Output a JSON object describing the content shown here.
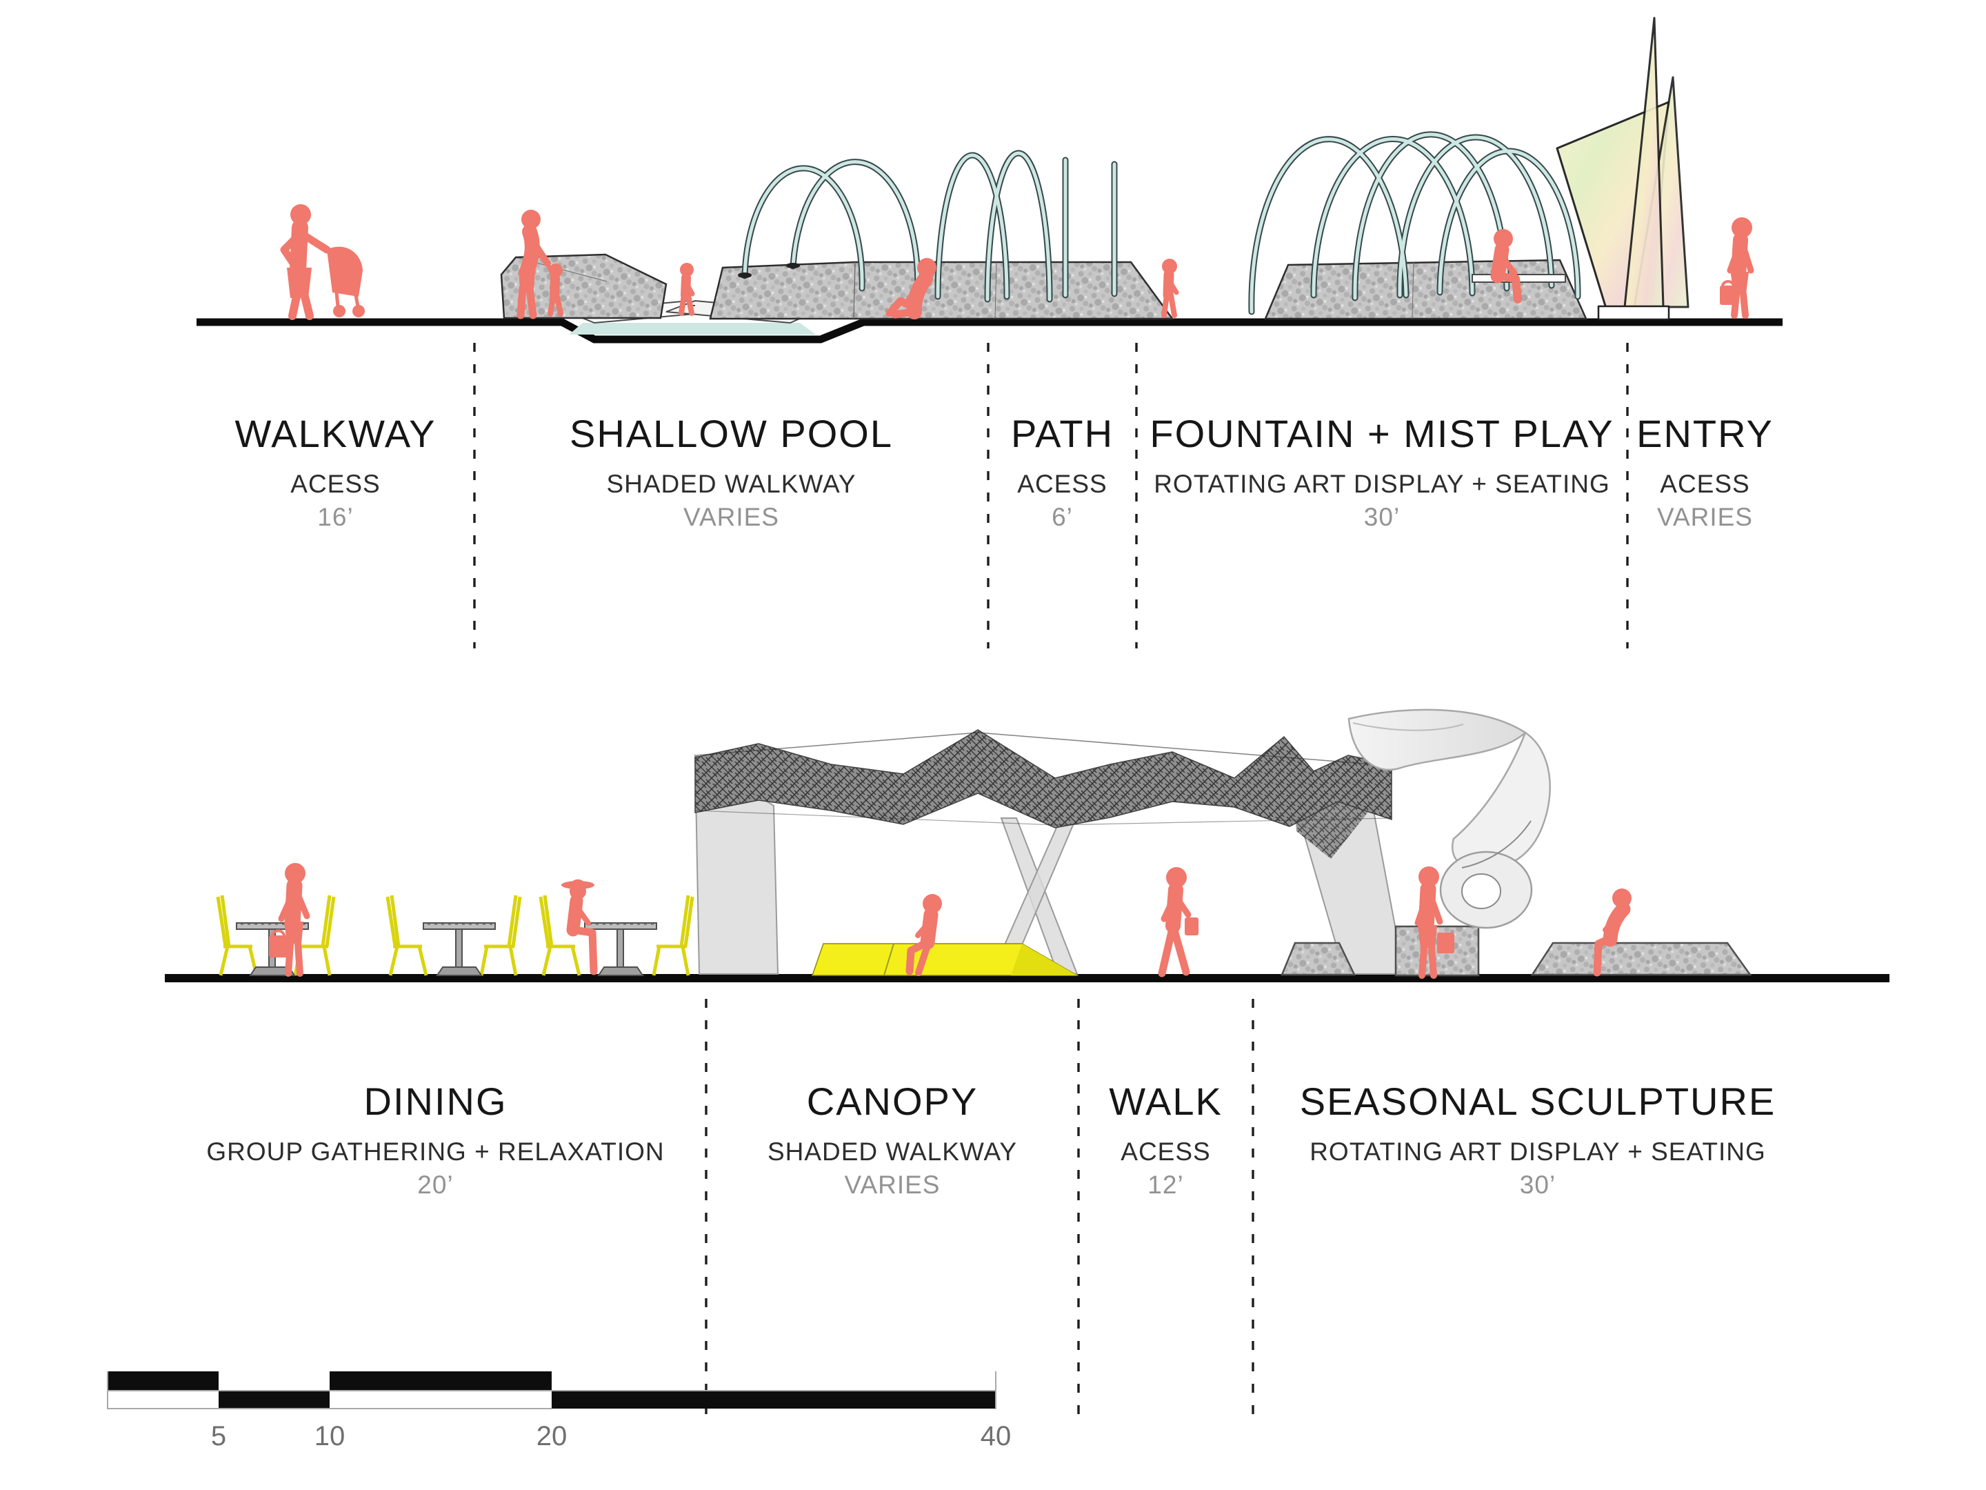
{
  "sections": {
    "top": {
      "zones": [
        {
          "title": "WALKWAY",
          "subtitle": "ACESS",
          "dimension": "16’"
        },
        {
          "title": "SHALLOW POOL",
          "subtitle": "SHADED WALKWAY",
          "dimension": "VARIES"
        },
        {
          "title": "PATH",
          "subtitle": "ACESS",
          "dimension": "6’"
        },
        {
          "title": "FOUNTAIN + MIST PLAY",
          "subtitle": "ROTATING ART DISPLAY + SEATING",
          "dimension": "30’"
        },
        {
          "title": "ENTRY",
          "subtitle": "ACESS",
          "dimension": "VARIES"
        }
      ]
    },
    "bottom": {
      "zones": [
        {
          "title": "DINING",
          "subtitle": "GROUP GATHERING + RELAXATION",
          "dimension": "20’"
        },
        {
          "title": "CANOPY",
          "subtitle": "SHADED WALKWAY",
          "dimension": "VARIES"
        },
        {
          "title": "WALK",
          "subtitle": "ACESS",
          "dimension": "12’"
        },
        {
          "title": "SEASONAL SCULPTURE",
          "subtitle": "ROTATING ART DISPLAY + SEATING",
          "dimension": "30’"
        }
      ]
    }
  },
  "scale_bar": {
    "labels": [
      "5",
      "10",
      "20",
      "40"
    ]
  },
  "colors": {
    "figure": "#F0786C",
    "water": "#CDE8E3",
    "arc_outline": "#37474A",
    "canopy_yellow": "#F4EF1B",
    "stone": "#C4C4C4",
    "ink": "#161616",
    "dim_text": "#929292"
  },
  "graphics": {
    "figures": [
      "person-with-stroller",
      "adult-with-child",
      "child",
      "sitting-person",
      "bench-sitter",
      "shopper-with-bag",
      "standing-diner",
      "seated-diner-with-hat",
      "canopy-sitter",
      "walking-woman",
      "sculpture-visitor",
      "seated-phone-reader"
    ],
    "structures": [
      "shallow-pool",
      "fountain-arcs",
      "mist-play-arcs",
      "iridescent-entry-sculpture",
      "cafe-tables",
      "faceted-canopy",
      "yellow-deck",
      "infinity-sculpture",
      "stone-plinths"
    ]
  }
}
